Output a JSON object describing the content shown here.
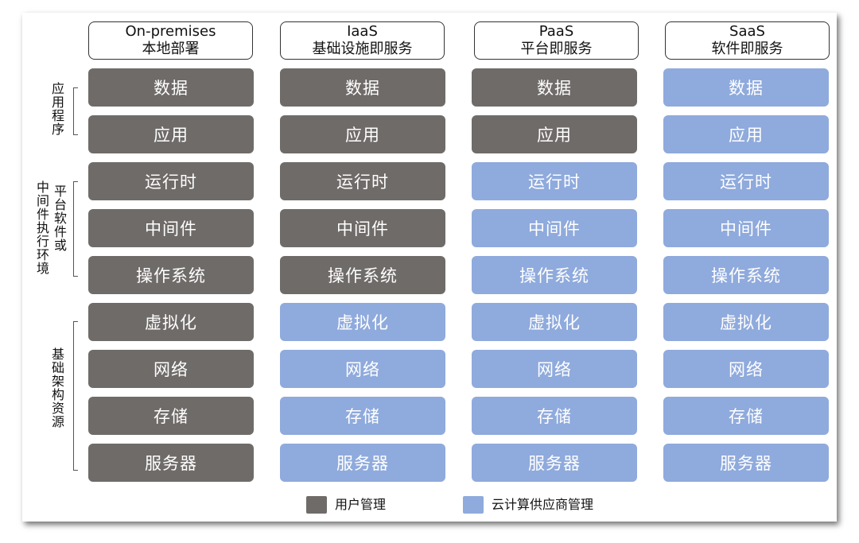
{
  "colors": {
    "user": "#6f6b69",
    "cloud": "#8faadc"
  },
  "columns": [
    {
      "title": "On-premises",
      "subtitle": "本地部署",
      "cells": [
        "user",
        "user",
        "user",
        "user",
        "user",
        "user",
        "user",
        "user",
        "user"
      ]
    },
    {
      "title": "IaaS",
      "subtitle": "基础设施即服务",
      "cells": [
        "user",
        "user",
        "user",
        "user",
        "user",
        "cloud",
        "cloud",
        "cloud",
        "cloud"
      ]
    },
    {
      "title": "PaaS",
      "subtitle": "平台即服务",
      "cells": [
        "user",
        "user",
        "cloud",
        "cloud",
        "cloud",
        "cloud",
        "cloud",
        "cloud",
        "cloud"
      ]
    },
    {
      "title": "SaaS",
      "subtitle": "软件即服务",
      "cells": [
        "cloud",
        "cloud",
        "cloud",
        "cloud",
        "cloud",
        "cloud",
        "cloud",
        "cloud",
        "cloud"
      ]
    }
  ],
  "layers": [
    "数据",
    "应用",
    "运行时",
    "中间件",
    "操作系统",
    "虚拟化",
    "网络",
    "存储",
    "服务器"
  ],
  "groups": {
    "applications": "应用程序",
    "platform_a": "平台软件或",
    "platform_b": "中间件执行环境",
    "infrastructure": "基础架构资源"
  },
  "legend": {
    "user": "用户管理",
    "cloud": "云计算供应商管理"
  }
}
